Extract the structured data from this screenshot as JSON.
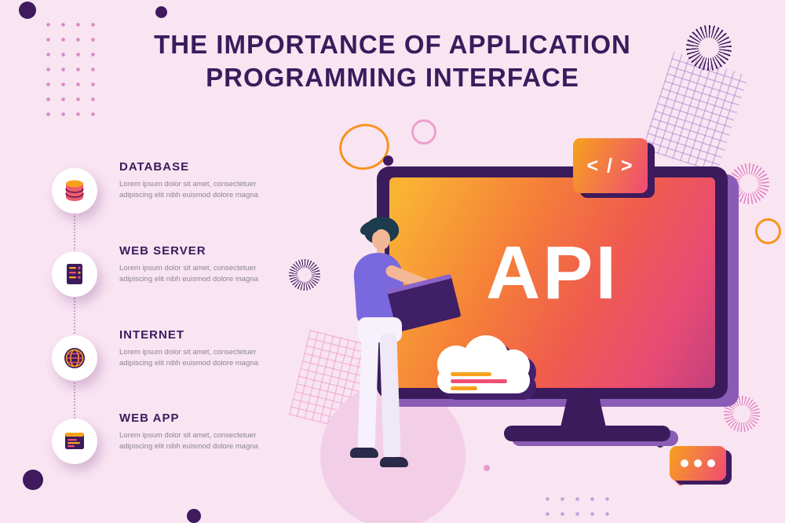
{
  "title": "THE IMPORTANCE OF APPLICATION PROGRAMMING INTERFACE",
  "items": [
    {
      "label": "DATABASE",
      "description": "Lorem ipsum dolor sit amet, consectetuer adipiscing elit nibh euismod dolore magna",
      "icon": "database-icon"
    },
    {
      "label": "WEB SERVER",
      "description": "Lorem ipsum dolor sit amet, consectetuer adipiscing elit nibh euismod dolore magna",
      "icon": "web-server-icon"
    },
    {
      "label": "INTERNET",
      "description": "Lorem ipsum dolor sit amet, consectetuer adipiscing elit nibh euismod dolore magna",
      "icon": "internet-icon"
    },
    {
      "label": "WEB APP",
      "description": "Lorem ipsum dolor sit amet, consectetuer adipiscing elit nibh euismod dolore magna",
      "icon": "web-app-icon"
    }
  ],
  "monitor": {
    "screen_text": "API"
  },
  "code_badge": {
    "text": "< / >"
  },
  "colors": {
    "background": "#f9e4f2",
    "title": "#3b1b5c",
    "deep_purple": "#3f1a5d",
    "accent_orange": "#f7a21d",
    "accent_pink": "#ee4a75",
    "body_text": "#8a8494"
  }
}
